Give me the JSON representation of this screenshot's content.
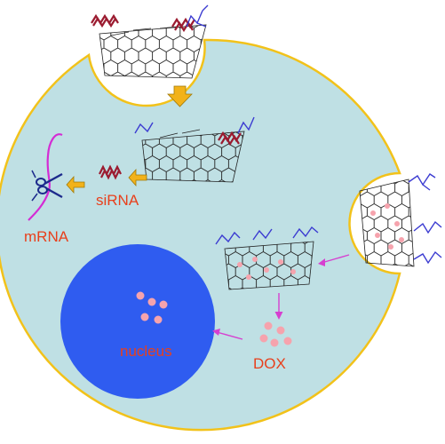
{
  "labels": {
    "sirna": "siRNA",
    "mrna": "mRNA",
    "nucleus": "nucleus",
    "dox": "DOX"
  },
  "colors": {
    "cytoplasm": "#bfe0e4",
    "membrane": "#f2c21a",
    "nucleus": "#2f5cf0",
    "label_text": "#e8401c",
    "dox_particle": "#f6a3ad",
    "block_arrow": "#f2b21a",
    "pink_arrow": "#d63fd0",
    "sirna_strand": "#9b1b30",
    "peg_chain": "#3b3bd1",
    "mrna_strand": "#d42cd4",
    "scissors": "#1c2a8c",
    "graphene": "#222222"
  },
  "icons": [
    "graphene-sheet-icon",
    "sirna-icon",
    "peg-chain-icon",
    "scissors-icon",
    "mrna-strand-icon",
    "dox-particle-icon"
  ]
}
